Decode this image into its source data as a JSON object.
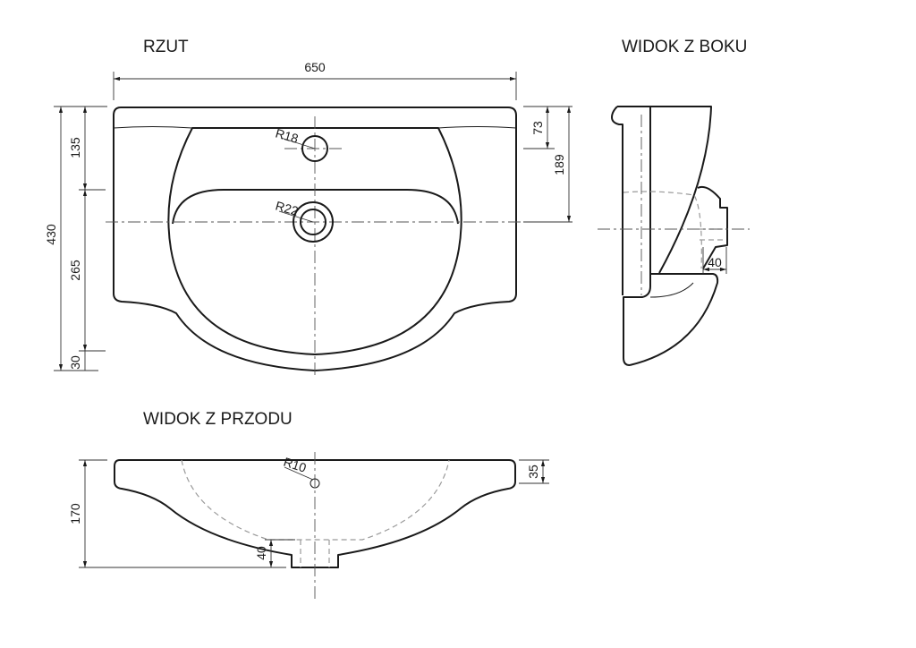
{
  "views": {
    "top": {
      "title": "RZUT"
    },
    "side": {
      "title": "WIDOK Z BOKU"
    },
    "front": {
      "title": "WIDOK Z PRZODU"
    }
  },
  "dimensions": {
    "top": {
      "width": "650",
      "depth": "430",
      "front_part": "135",
      "rear_part": "265",
      "edge": "30",
      "hole_offset": "73",
      "drain_offset": "189",
      "tap_hole_radius": "R18",
      "drain_radius": "R22"
    },
    "side": {
      "drain_length": "40"
    },
    "front": {
      "height": "170",
      "rim": "35",
      "radius": "R10",
      "drain_height": "40"
    }
  }
}
